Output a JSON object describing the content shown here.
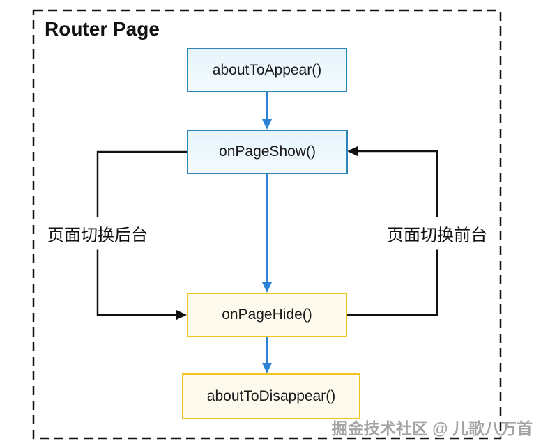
{
  "diagram": {
    "title": "Router Page",
    "type": "lifecycle-flowchart",
    "nodes": [
      {
        "id": "aboutToAppear",
        "label": "aboutToAppear()",
        "style": "blue"
      },
      {
        "id": "onPageShow",
        "label": "onPageShow()",
        "style": "blue"
      },
      {
        "id": "onPageHide",
        "label": "onPageHide()",
        "style": "yellow"
      },
      {
        "id": "aboutToDisappear",
        "label": "aboutToDisappear()",
        "style": "yellow"
      }
    ],
    "edges": [
      {
        "from": "aboutToAppear",
        "to": "onPageShow",
        "color": "blue",
        "label": ""
      },
      {
        "from": "onPageShow",
        "to": "onPageHide",
        "color": "blue",
        "label": ""
      },
      {
        "from": "onPageHide",
        "to": "aboutToDisappear",
        "color": "blue",
        "label": ""
      },
      {
        "from": "onPageShow",
        "to": "onPageHide",
        "color": "black",
        "via": "left-loop",
        "label": "页面切换后台"
      },
      {
        "from": "onPageHide",
        "to": "onPageShow",
        "color": "black",
        "via": "right-loop",
        "label": "页面切换前台"
      }
    ],
    "labels": {
      "left": "页面切换后台",
      "right": "页面切换前台"
    },
    "colors": {
      "blue_node_fill": "#e9f6fc",
      "blue_node_border": "#2e86b8",
      "yellow_node_fill": "#fdf9ec",
      "yellow_node_border": "#f3c41e",
      "arrow_blue": "#2c82d4",
      "line_black": "#111111",
      "dashed_border": "#111111"
    },
    "watermark": "掘金技术社区 @ 儿歌八万首"
  }
}
